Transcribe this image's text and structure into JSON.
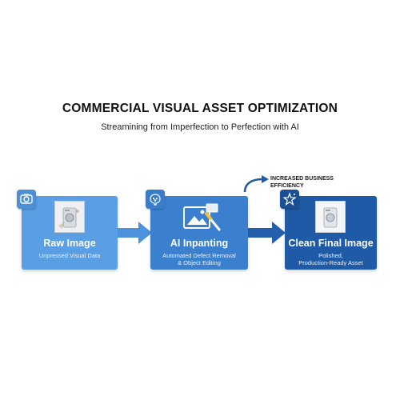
{
  "header": {
    "title": "COMMERCIAL VISUAL ASSET OPTIMIZATION",
    "subtitle": "Streamining from Imperfection to Perfection with AI"
  },
  "steps": [
    {
      "title": "Raw Image",
      "subtitle": "Unpressed Visual Data",
      "icon": "camera-icon",
      "color": "#5a9ee3"
    },
    {
      "title": "AI Inpanting",
      "subtitle": "Automated Defect Removal\n& Object Editing",
      "icon": "ai-brain-icon",
      "color": "#3b80cf"
    },
    {
      "title": "Clean Final Image",
      "subtitle": "Polished,\nProduction-Ready Asset",
      "icon": "sparkle-icon",
      "color": "#1f5aa6"
    }
  ],
  "benefit": {
    "label": "INCREASED BUSINESS\nEFFICIENCY"
  }
}
